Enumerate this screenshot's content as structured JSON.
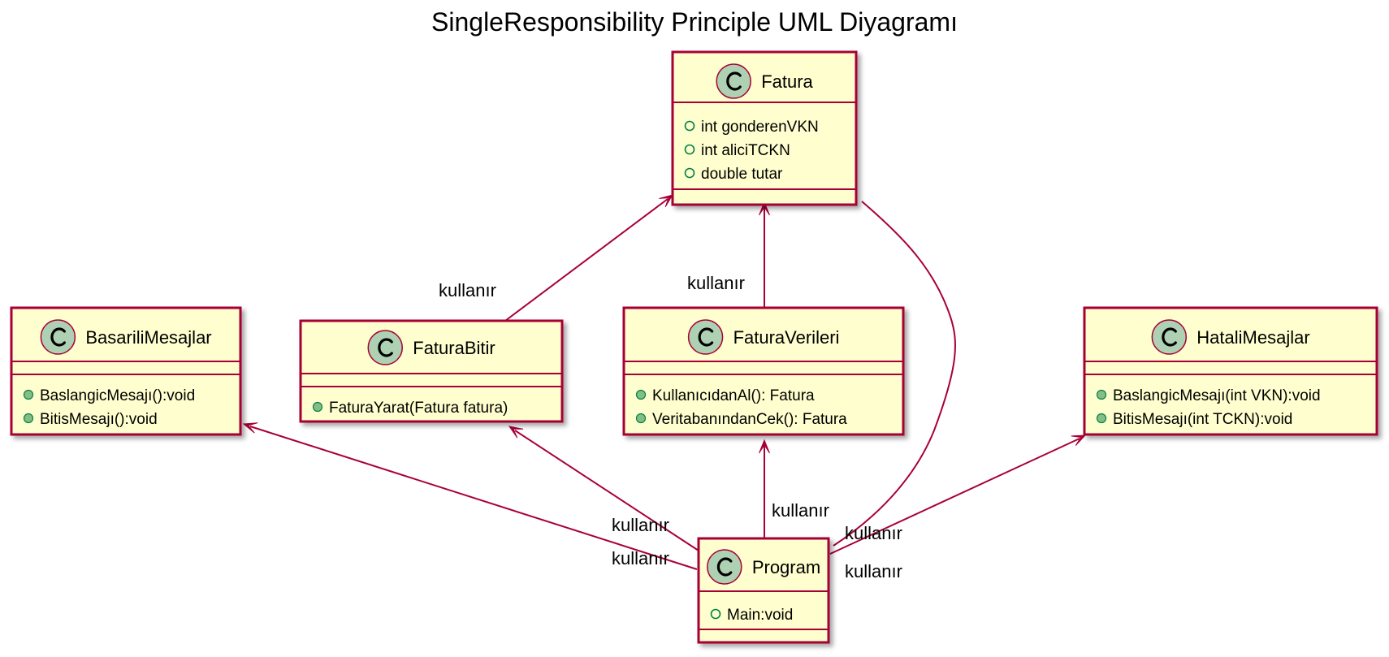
{
  "title": "SingleResponsibility Principle UML Diyagramı",
  "colors": {
    "stroke": "#A80036",
    "class_fill": "#FEFECE",
    "circle_fill": "#ADD1B2",
    "text": "#000000",
    "public_filled": "#84BE84",
    "public_hollow_stroke": "#038048"
  },
  "classes": [
    {
      "id": "fatura",
      "name": "Fatura",
      "attributes": [
        {
          "vis": "hollow",
          "text": "int gonderenVKN"
        },
        {
          "vis": "hollow",
          "text": "int aliciTCKN"
        },
        {
          "vis": "hollow",
          "text": "double tutar"
        }
      ],
      "methods": []
    },
    {
      "id": "basarili",
      "name": "BasariliMesajlar",
      "attributes": [],
      "methods": [
        {
          "vis": "filled",
          "text": "BaslangicMesajı():void"
        },
        {
          "vis": "filled",
          "text": "BitisMesajı():void"
        }
      ]
    },
    {
      "id": "faturabitir",
      "name": "FaturaBitir",
      "attributes": [],
      "methods": [
        {
          "vis": "filled",
          "text": "FaturaYarat(Fatura fatura)"
        }
      ]
    },
    {
      "id": "faturaverileri",
      "name": "FaturaVerileri",
      "attributes": [],
      "methods": [
        {
          "vis": "filled",
          "text": "KullanıcıdanAl(): Fatura"
        },
        {
          "vis": "filled",
          "text": "VeritabanındanCek(): Fatura"
        }
      ]
    },
    {
      "id": "hatali",
      "name": "HataliMesajlar",
      "attributes": [],
      "methods": [
        {
          "vis": "filled",
          "text": "BaslangicMesajı(int VKN):void"
        },
        {
          "vis": "filled",
          "text": "BitisMesajı(int TCKN):void"
        }
      ]
    },
    {
      "id": "program",
      "name": "Program",
      "attributes": [
        {
          "vis": "hollow",
          "text": "Main:void"
        }
      ],
      "methods": []
    }
  ],
  "relations": [
    {
      "id": "faturabitir-fatura",
      "from": "faturabitir",
      "to": "fatura",
      "label": "kullanır"
    },
    {
      "id": "faturaverileri-fatura",
      "from": "faturaverileri",
      "to": "fatura",
      "label": "kullanır"
    },
    {
      "id": "program-fatura",
      "from": "program",
      "to": "fatura",
      "label": "kullanır"
    },
    {
      "id": "program-basarili",
      "from": "program",
      "to": "basarili",
      "label": "kullanır"
    },
    {
      "id": "program-faturabitir",
      "from": "program",
      "to": "faturabitir",
      "label": "kullanır"
    },
    {
      "id": "program-faturaverileri",
      "from": "program",
      "to": "faturaverileri",
      "label": "kullanır"
    },
    {
      "id": "program-hatali",
      "from": "program",
      "to": "hatali",
      "label": "kullanır"
    }
  ]
}
